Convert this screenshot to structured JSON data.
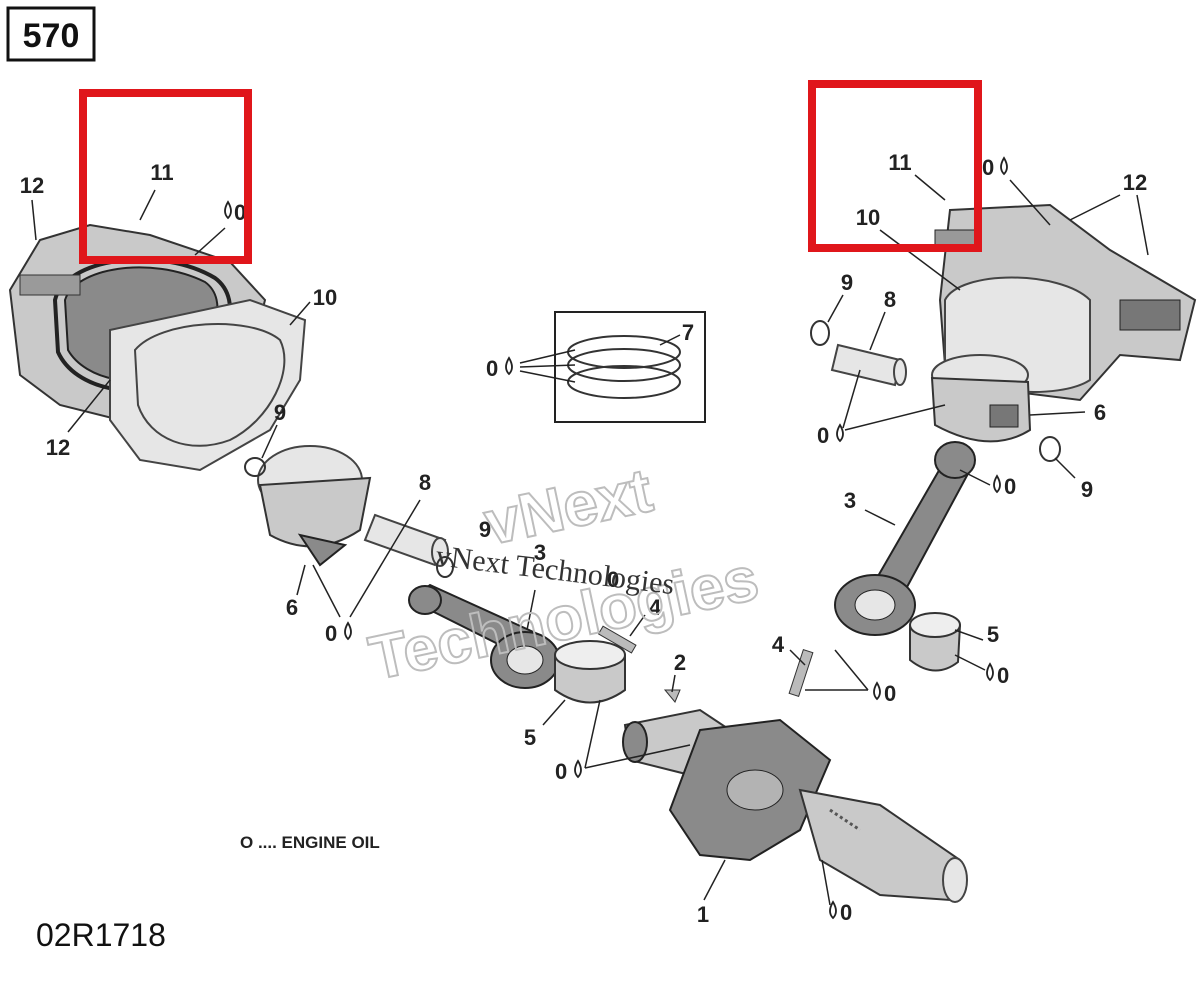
{
  "page_number": "570",
  "diagram_code": "02R1718",
  "legend": "O .... ENGINE OIL",
  "oil_symbol_text": "0",
  "watermark": {
    "small": "vNext Technologies",
    "large_line1": "vNext",
    "large_line2": "Technologies"
  },
  "callouts": {
    "l12a": "12",
    "l11": "11",
    "l10": "10",
    "l12b": "12",
    "l9": "9",
    "l6": "6",
    "l8": "8",
    "l9b": "9",
    "l3": "3",
    "l4": "4",
    "l5": "5",
    "l7": "7",
    "l2": "2",
    "l1": "1",
    "r11": "11",
    "r10": "10",
    "r12": "12",
    "r9": "9",
    "r8": "8",
    "r6": "6",
    "r9b": "9",
    "r3": "3",
    "r5": "5",
    "r4": "4"
  },
  "highlight_color": "#e0161b"
}
